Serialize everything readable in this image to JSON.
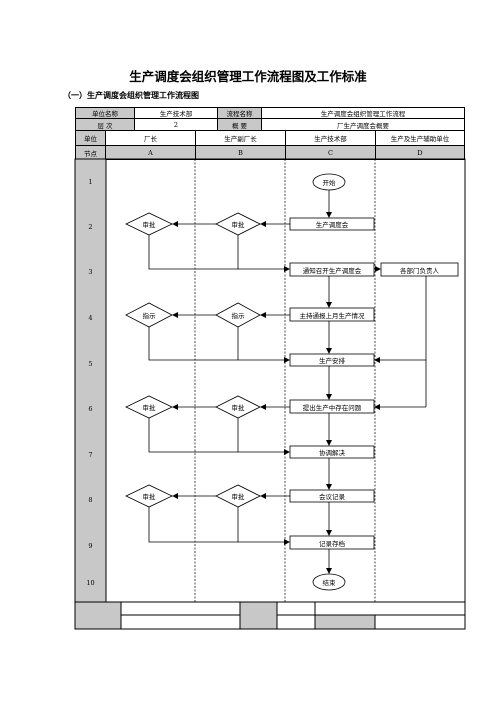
{
  "title": "生产调度会组织管理工作流程图及工作标准",
  "subtitle": "（一）生产调度会组织管理工作流程图",
  "header": {
    "row1": {
      "unit_label": "单位名称",
      "unit_value": "生产技术部",
      "process_label": "流程名称",
      "process_value": "生产调度会组织管理工作流程"
    },
    "row2": {
      "level_label": "层  次",
      "level_value": "2",
      "summary_label": "概  要",
      "summary_value": "厂生产调度会概要"
    },
    "row3": {
      "unit": "单位",
      "colA": "厂长",
      "colB": "生产副厂长",
      "colC": "生产技术部",
      "colD": "生产及生产辅助单位"
    },
    "row4": {
      "node": "节点",
      "A": "A",
      "B": "B",
      "C": "C",
      "D": "D"
    }
  },
  "nodes": [
    "1",
    "2",
    "3",
    "4",
    "5",
    "6",
    "7",
    "8",
    "9",
    "10"
  ],
  "flow": {
    "start": "开始",
    "end": "结束",
    "c2": "生产调度会",
    "c3": "通知召开生产调度会",
    "d3": "各部门负责人",
    "c4": "主持通报上月生产情况",
    "c5": "生产安排",
    "c6": "提出生产中存在问题",
    "c7": "协调解决",
    "c8": "会议记录",
    "c9": "记录存档",
    "a2": "审批",
    "b2": "审批",
    "a4": "指示",
    "b4": "指示",
    "a6": "审批",
    "b6": "审批",
    "a8": "审批",
    "b8": "审批"
  }
}
